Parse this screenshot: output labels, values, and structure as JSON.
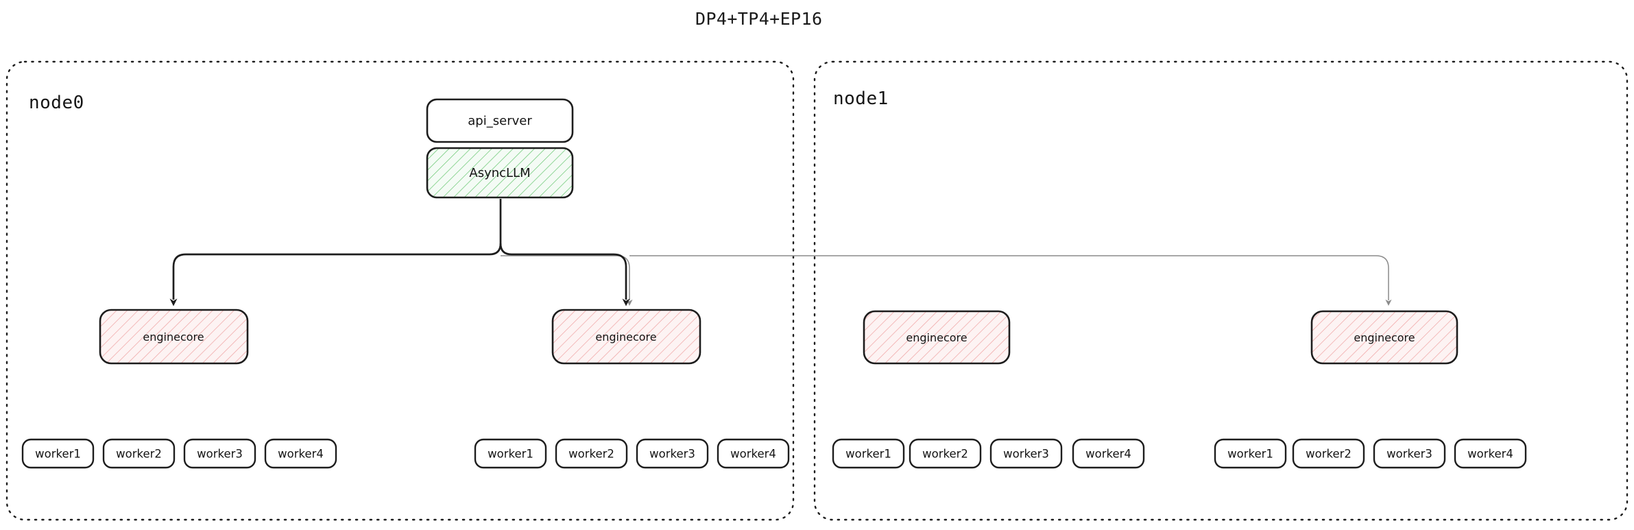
{
  "title": "DP4+TP4+EP16",
  "colors": {
    "background": "#ffffff",
    "stroke_dark": "#1d1d1d",
    "stroke_faint": "#8a8a8a",
    "green_hatch": "#61c46a",
    "green_fill": "#f3fbf4",
    "pink_hatch": "#f3a3a3",
    "pink_fill": "#fdf2f2",
    "box_fill": "#ffffff",
    "text": "#141414"
  },
  "nodes": [
    {
      "id": "node0",
      "label": "node0",
      "top_boxes": [
        {
          "id": "api_server",
          "label": "api_server",
          "style": "plain"
        },
        {
          "id": "asyncllm",
          "label": "AsyncLLM",
          "style": "green-hatch"
        }
      ],
      "enginecores": [
        {
          "id": "node0-ec0",
          "label": "enginecore",
          "style": "pink-hatch",
          "workers": [
            "worker1",
            "worker2",
            "worker3",
            "worker4"
          ]
        },
        {
          "id": "node0-ec1",
          "label": "enginecore",
          "style": "pink-hatch",
          "workers": [
            "worker1",
            "worker2",
            "worker3",
            "worker4"
          ]
        }
      ]
    },
    {
      "id": "node1",
      "label": "node1",
      "top_boxes": [],
      "enginecores": [
        {
          "id": "node1-ec0",
          "label": "enginecore",
          "style": "pink-hatch",
          "workers": [
            "worker1",
            "worker2",
            "worker3",
            "worker4"
          ]
        },
        {
          "id": "node1-ec1",
          "label": "enginecore",
          "style": "pink-hatch",
          "workers": [
            "worker1",
            "worker2",
            "worker3",
            "worker4"
          ]
        }
      ]
    }
  ],
  "edges": {
    "from": "AsyncLLM",
    "to": [
      "node0-ec0",
      "node0-ec1",
      "node1-ec0",
      "node1-ec1"
    ],
    "arrow_direction": "down"
  }
}
